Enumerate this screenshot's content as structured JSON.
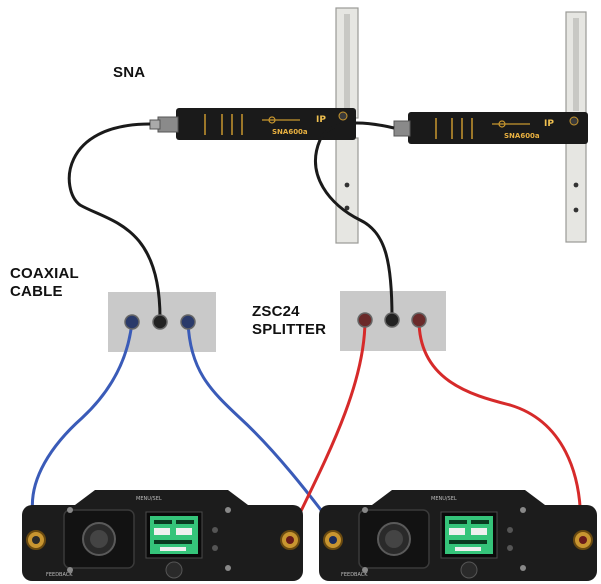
{
  "labels": {
    "sna": "SNA",
    "coaxial_line1": "COAXIAL",
    "coaxial_line2": "CABLE",
    "splitter_line1": "ZSC24",
    "splitter_line2": "SPLITTER"
  },
  "antennas": [
    {
      "model": "SNA600a",
      "ip": "IP"
    },
    {
      "model": "SNA600a",
      "ip": "IP"
    }
  ],
  "receivers": [
    {
      "top_label": "MENU/SEL",
      "bottom_label": "FEEDBACK"
    },
    {
      "top_label": "MENU/SEL",
      "bottom_label": "FEEDBACK"
    }
  ],
  "colors": {
    "antenna_body": "#1a1a1a",
    "antenna_trace": "#c8962e",
    "dipole": "#e6e6e2",
    "splitter_box": "#c9c9c9",
    "cable_black": "#1a1a1a",
    "cable_blue": "#3a5bb8",
    "cable_red": "#d62a2a",
    "receiver_body": "#1c1c1c",
    "lcd": "#35c47a",
    "connector_gold": "#c89530"
  }
}
